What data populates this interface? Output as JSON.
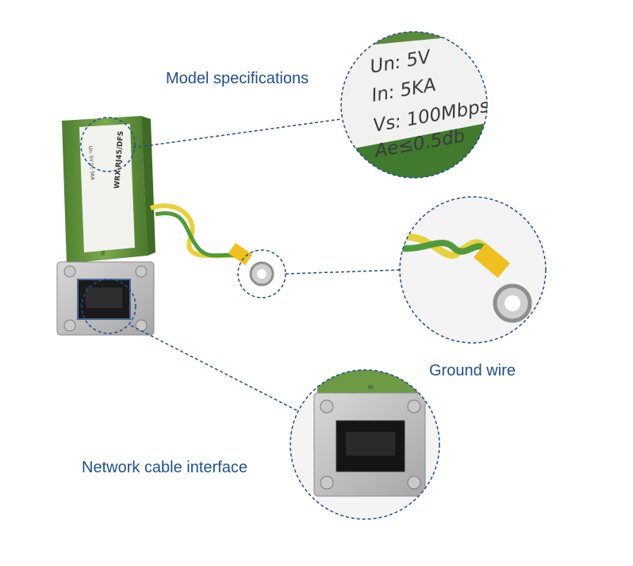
{
  "callouts": {
    "model_specifications": "Model specifications",
    "ground_wire": "Ground wire",
    "network_cable_interface": "Network cable interface"
  },
  "specs": [
    "Un: 5V",
    "In: 5KA",
    "Vs: 100Mbps",
    "Ae≤0.5db"
  ],
  "device": {
    "model": "WRX-RJ45/DFS",
    "port_label": "IN",
    "body_color": "#5a8a3a",
    "faceplate_color": "#b8b8b8"
  },
  "colors": {
    "label": "#1f4f8f",
    "dash": "#1f4f8f",
    "wire_yellow": "#e6d23a",
    "wire_green": "#4f9a3a"
  }
}
